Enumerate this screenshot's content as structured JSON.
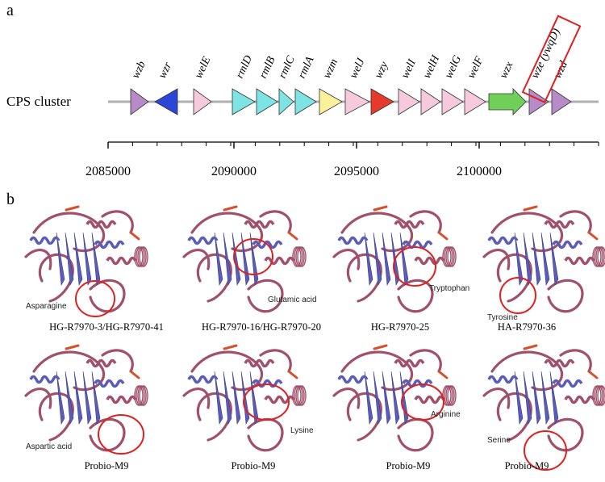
{
  "panel_a": {
    "letter": "a",
    "cluster_label": "CPS cluster",
    "highlighted_gene": "wze (ywqD)",
    "genes": [
      {
        "name": "wzb",
        "dir": "right",
        "color": "#b78ac8"
      },
      {
        "name": "wzr",
        "dir": "left",
        "color": "#2a47d8"
      },
      {
        "name": "welE",
        "dir": "right",
        "color": "#f7c9dc"
      },
      {
        "name": "rmlD",
        "dir": "right",
        "color": "#7de3e3"
      },
      {
        "name": "rmlB",
        "dir": "right",
        "color": "#7de3e3"
      },
      {
        "name": "rmlC",
        "dir": "right",
        "color": "#7de3e3"
      },
      {
        "name": "rmlA",
        "dir": "right",
        "color": "#7de3e3"
      },
      {
        "name": "wzm",
        "dir": "right",
        "color": "#fbf19a"
      },
      {
        "name": "welJ",
        "dir": "right",
        "color": "#f7c9dc"
      },
      {
        "name": "wzy",
        "dir": "right",
        "color": "#e53a2c"
      },
      {
        "name": "welI",
        "dir": "right",
        "color": "#f7c9dc"
      },
      {
        "name": "welH",
        "dir": "right",
        "color": "#f7c9dc"
      },
      {
        "name": "welG",
        "dir": "right",
        "color": "#f7c9dc"
      },
      {
        "name": "welF",
        "dir": "right",
        "color": "#f7c9dc"
      },
      {
        "name": "wzx",
        "dir": "right",
        "color": "#6fcf58"
      },
      {
        "name": "wze (ywqD)",
        "dir": "right",
        "color": "#b78ac8"
      },
      {
        "name": "wzd",
        "dir": "right",
        "color": "#b78ac8"
      }
    ],
    "axis_ticks": [
      "2085000",
      "2090000",
      "2095000",
      "2100000"
    ]
  },
  "panel_b": {
    "letter": "b",
    "structures": [
      {
        "caption": "HG-R7970-3/HG-R7970-41",
        "residue": "Asparagine"
      },
      {
        "caption": "HG-R7970-16/HG-R7970-20",
        "residue": "Glutamic acid"
      },
      {
        "caption": "HG-R7970-25",
        "residue": "Tryptophan"
      },
      {
        "caption": "HA-R7970-36",
        "residue": "Tyrosine"
      },
      {
        "caption": "Probio-M9",
        "residue": "Aspartic acid"
      },
      {
        "caption": "Probio-M9",
        "residue": "Lysine"
      },
      {
        "caption": "Probio-M9",
        "residue": "Arginine"
      },
      {
        "caption": "Probio-M9",
        "residue": "Serine"
      }
    ]
  },
  "colors": {
    "helix": "#5a5cb8",
    "strand_warm": "#a0506a",
    "hotspot": "#d8502a",
    "highlight_ring": "#e02020",
    "track": "#b0b0b0"
  }
}
